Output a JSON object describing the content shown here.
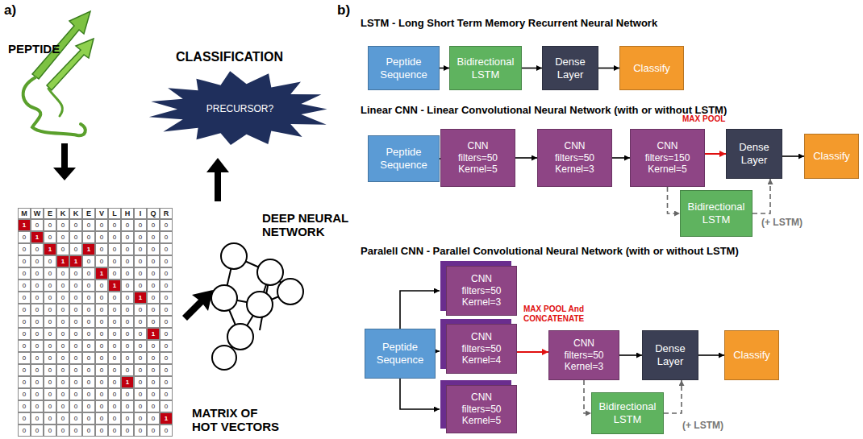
{
  "diagram": {
    "nodes": [
      {
        "text": [
          "PRECURSOR?"
        ]
      },
      {
        "text": [
          "Peptide Sequence"
        ]
      },
      {
        "text": [
          "Bidirectional LSTM"
        ]
      },
      {
        "text": [
          "Dense Layer"
        ]
      },
      {
        "text": [
          "Classify"
        ]
      },
      {
        "text": [
          "Peptide Sequence"
        ]
      },
      {
        "text": [
          "CNN",
          "filters=50",
          "Kernel=5"
        ]
      },
      {
        "text": [
          "CNN",
          "filters=50",
          "Kernel=3"
        ]
      },
      {
        "text": [
          "CNN",
          "filters=150",
          "Kernel=5"
        ]
      },
      {
        "text": [
          "Dense Layer"
        ]
      },
      {
        "text": [
          "Classify"
        ]
      },
      {
        "text": [
          "Bidirectional LSTM"
        ]
      },
      {
        "text": [
          "Peptide Sequence"
        ]
      },
      {
        "text": [
          "CNN",
          "filters=50",
          "Kernel=3"
        ]
      },
      {
        "text": [
          "CNN",
          "filters=50",
          "Kernel=4"
        ]
      },
      {
        "text": [
          "CNN",
          "filters=50",
          "Kernel=5"
        ]
      },
      {
        "text": [
          "CNN",
          "filters=50",
          "Kernel=3"
        ]
      },
      {
        "text": [
          "Dense Layer"
        ]
      },
      {
        "text": [
          "Classify"
        ]
      },
      {
        "text": [
          "Bidirectional LSTM"
        ]
      }
    ],
    "edges": [
      {
        "from": 1,
        "to": 2,
        "arrow": "to"
      },
      {
        "from": 2,
        "to": 3,
        "arrow": "to"
      },
      {
        "from": 3,
        "to": 4,
        "arrow": "to"
      },
      {
        "from": 5,
        "to": 6,
        "arrow": "to"
      },
      {
        "from": 6,
        "to": 7,
        "arrow": "to"
      },
      {
        "from": 7,
        "to": 8,
        "arrow": "to"
      },
      {
        "from": 8,
        "to": 9,
        "arrow": "to"
      },
      {
        "from": 9,
        "to": 10,
        "arrow": "to"
      },
      {
        "from": 8,
        "to": 11,
        "arrow": "to"
      },
      {
        "from": 11,
        "to": 9,
        "arrow": "to"
      },
      {
        "from": 12,
        "to": 13,
        "arrow": "to"
      },
      {
        "from": 12,
        "to": 14,
        "arrow": "to"
      },
      {
        "from": 12,
        "to": 15,
        "arrow": "to"
      },
      {
        "from": 14,
        "to": 16,
        "arrow": "to"
      },
      {
        "from": 16,
        "to": 17,
        "arrow": "to"
      },
      {
        "from": 17,
        "to": 18,
        "arrow": "to"
      },
      {
        "from": 16,
        "to": 19,
        "arrow": "to"
      },
      {
        "from": 19,
        "to": 17,
        "arrow": "to"
      }
    ],
    "labels": [
      "a)",
      "PEPTIDE",
      "CLASSIFICATION",
      "DEEP NEURAL NETWORK",
      "MATRIX OF HOT VECTORS",
      "M",
      "W",
      "E",
      "K",
      "K",
      "E",
      "V",
      "L",
      "H",
      "I",
      "Q",
      "R",
      "1",
      "0",
      "0",
      "0",
      "0",
      "0",
      "0",
      "0",
      "0",
      "0",
      "0",
      "0",
      "0",
      "1",
      "0",
      "0",
      "0",
      "0",
      "0",
      "0",
      "0",
      "0",
      "0",
      "0",
      "0",
      "0",
      "1",
      "0",
      "0",
      "1",
      "0",
      "0",
      "0",
      "0",
      "0",
      "0",
      "0",
      "0",
      "0",
      "1",
      "1",
      "0",
      "0",
      "0",
      "0",
      "0",
      "0",
      "0",
      "0",
      "0",
      "0",
      "0",
      "0",
      "0",
      "1",
      "0",
      "0",
      "0",
      "0",
      "0",
      "0",
      "0",
      "0",
      "0",
      "0",
      "0",
      "0",
      "1",
      "0",
      "0",
      "0",
      "0",
      "0",
      "0",
      "0",
      "0",
      "0",
      "0",
      "0",
      "0",
      "0",
      "1",
      "0",
      "0",
      "0",
      "0",
      "0",
      "0",
      "0",
      "0",
      "0",
      "0",
      "0",
      "0",
      "0",
      "0",
      "0",
      "0",
      "0",
      "0",
      "0",
      "0",
      "0",
      "0",
      "0",
      "0",
      "0",
      "0",
      "0",
      "0",
      "0",
      "0",
      "0",
      "0",
      "0",
      "0",
      "0",
      "0",
      "1",
      "0",
      "0",
      "0",
      "0",
      "0",
      "0",
      "0",
      "0",
      "0",
      "0",
      "0",
      "0",
      "0",
      "0",
      "0",
      "0",
      "0",
      "0",
      "0",
      "0",
      "0",
      "0",
      "0",
      "0",
      "0",
      "0",
      "0",
      "0",
      "0",
      "0",
      "0",
      "0",
      "0",
      "0",
      "0",
      "0",
      "0",
      "0",
      "0",
      "0",
      "0",
      "0",
      "0",
      "0",
      "0",
      "1",
      "0",
      "0",
      "0",
      "0",
      "0",
      "0",
      "0",
      "0",
      "0",
      "0",
      "0",
      "0",
      "0",
      "0",
      "0",
      "0",
      "0",
      "0",
      "0",
      "0",
      "0",
      "0",
      "0",
      "0",
      "0",
      "0",
      "0",
      "0",
      "0",
      "0",
      "0",
      "0",
      "0",
      "0",
      "0",
      "0",
      "0",
      "0",
      "1",
      "0",
      "0",
      "0",
      "0",
      "0",
      "0",
      "0",
      "0",
      "0",
      "0",
      "0",
      "0",
      "b)",
      "LSTM - Long Short Term Memory Recurrent Neural Network",
      "Linear CNN - Linear Convolutional Neural Network (with or without LSTM)",
      "Paralell CNN - Parallel Convolutional Neural Network (with or without LSTM)",
      "MAX POOL",
      "(+ LSTM)",
      "MAX POOL And CONCATENATE",
      "(+ LSTM)"
    ]
  }
}
